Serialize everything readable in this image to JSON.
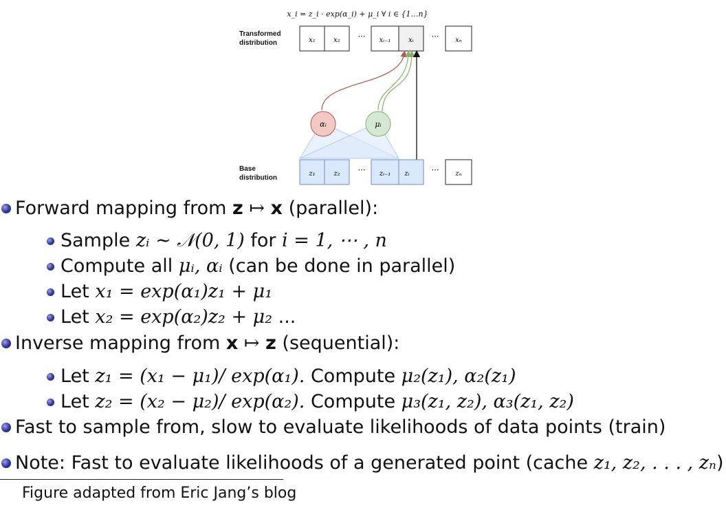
{
  "figure": {
    "formula": "x_i = z_i · exp(α_i) + μ_i  ∀ i ∈ {1…n}",
    "top_label": [
      "Transformed",
      "distribution"
    ],
    "bottom_label": [
      "Base",
      "distribution"
    ],
    "top_cells": [
      "x₁",
      "x₂",
      "⋯",
      "xᵢ₋₁",
      "xᵢ",
      "⋯",
      "xₙ"
    ],
    "bottom_cells": [
      "z₁",
      "z₂",
      "⋯",
      "zᵢ₋₁",
      "zᵢ",
      "⋯",
      "zₙ"
    ],
    "alpha_node": "αᵢ",
    "mu_node": "μᵢ",
    "colors": {
      "alpha_fill": "#f3c9c4",
      "alpha_stroke": "#b85450",
      "mu_fill": "#d5e8d4",
      "mu_stroke": "#82b366",
      "base_fill": "#dae8fc",
      "base_stroke": "#6c8ebf",
      "bullet": "#2d3597"
    }
  },
  "bullets": {
    "forward": {
      "prefix": "Forward mapping from ",
      "z": "z",
      "map": " ↦ ",
      "x": "x",
      "suffix": " (parallel):"
    },
    "forward_items": {
      "s1_a": "Sample ",
      "s1_math": "zᵢ ∼ 𝒩(0, 1)",
      "s1_b": " for ",
      "s1_math2": "i = 1, ⋯ , n",
      "s2_a": "Compute all ",
      "s2_math": "μᵢ, αᵢ",
      "s2_b": " (can be done in parallel)",
      "s3_a": "Let ",
      "s3_math": "x₁ = exp(α₁)z₁ + μ₁",
      "s4_a": "Let ",
      "s4_math": "x₂ = exp(α₂)z₂ + μ₂",
      "s4_b": " ..."
    },
    "inverse": {
      "prefix": "Inverse mapping from ",
      "x": "x",
      "map": " ↦ ",
      "z": "z",
      "suffix": " (sequential):"
    },
    "inverse_items": {
      "i1_a": "Let ",
      "i1_math": "z₁ = (x₁ − μ₁)/ exp(α₁).",
      "i1_b": " Compute ",
      "i1_math2": "μ₂(z₁), α₂(z₁)",
      "i2_a": "Let ",
      "i2_math": "z₂ = (x₂ − μ₂)/ exp(α₂).",
      "i2_b": " Compute ",
      "i2_math2": "μ₃(z₁, z₂), α₃(z₁, z₂)"
    },
    "fast": "Fast to sample from, slow to evaluate likelihoods of data points (train)",
    "note_a": "Note: Fast to evaluate likelihoods of a generated point (cache ",
    "note_math": "z₁, z₂, . . . , zₙ",
    "note_b": ")"
  },
  "footnote": "Figure adapted from Eric Jang’s blog"
}
